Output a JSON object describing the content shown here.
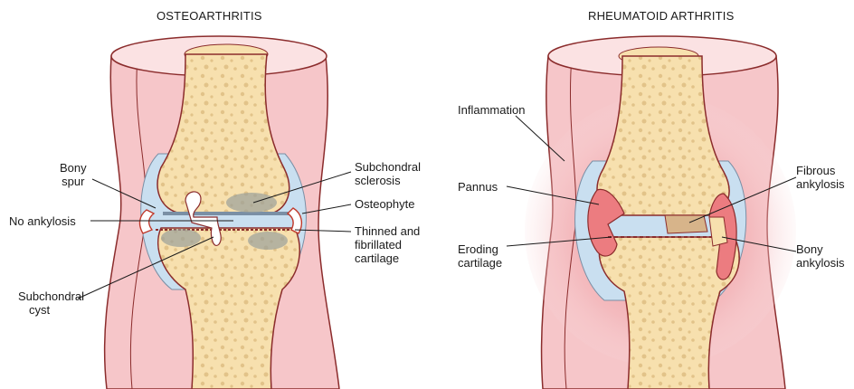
{
  "colors": {
    "soft_tissue": "#f6c6c9",
    "soft_tissue_edge": "#8b2c2c",
    "bone": "#f7e0ae",
    "bone_pore": "#e2c389",
    "capsule": "#c9dff0",
    "cartilage": "#b9d7ee",
    "inflamed": "#ec7c80",
    "sclerosis": "#9aa09a",
    "fibrous": "#d7b48a"
  },
  "osteoarthritis": {
    "title": "OSTEOARTHRITIS",
    "labels": {
      "bony_spur": [
        "Bony",
        "spur"
      ],
      "no_ankylosis": [
        "No ankylosis"
      ],
      "subchondral_cyst": [
        "Subchondral",
        "cyst"
      ],
      "subchondral_sclerosis": [
        "Subchondral",
        "sclerosis"
      ],
      "osteophyte": [
        "Osteophyte"
      ],
      "thinned_cartilage": [
        "Thinned and",
        "fibrillated",
        "cartilage"
      ]
    }
  },
  "rheumatoid_arthritis": {
    "title": "RHEUMATOID ARTHRITIS",
    "labels": {
      "inflammation": [
        "Inflammation"
      ],
      "pannus": [
        "Pannus"
      ],
      "eroding_cartilage": [
        "Eroding",
        "cartilage"
      ],
      "fibrous_ankylosis": [
        "Fibrous",
        "ankylosis"
      ],
      "bony_ankylosis": [
        "Bony",
        "ankylosis"
      ]
    }
  }
}
